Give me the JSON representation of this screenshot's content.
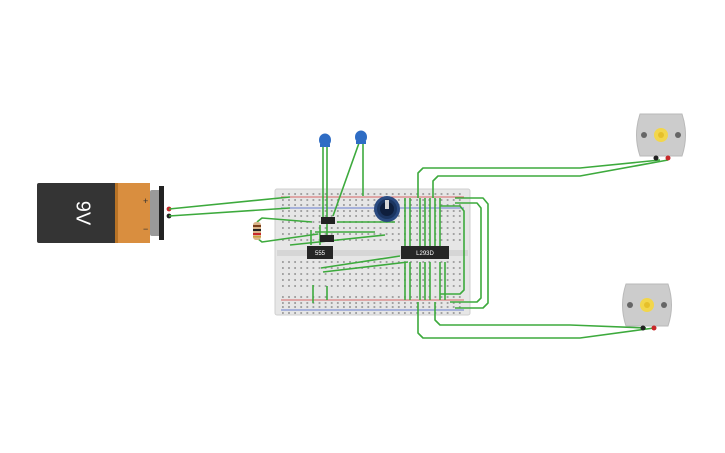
{
  "battery": {
    "label": "9V"
  },
  "chips": {
    "timer": "555",
    "driver": "L293D"
  },
  "colors": {
    "wire": "#3daa3d",
    "battery_body": "#333333",
    "battery_cap": "#d98e3f",
    "board": "#e9e9e9",
    "rail_red": "#d23a3a",
    "rail_blue": "#3a58c4",
    "capacitor": "#2e6cc4",
    "potentiometer": "#1f3a6b",
    "motor_body": "#cfcfcf",
    "motor_shaft": "#f2d64b",
    "terminal_red": "#c8282a",
    "terminal_black": "#222222"
  }
}
